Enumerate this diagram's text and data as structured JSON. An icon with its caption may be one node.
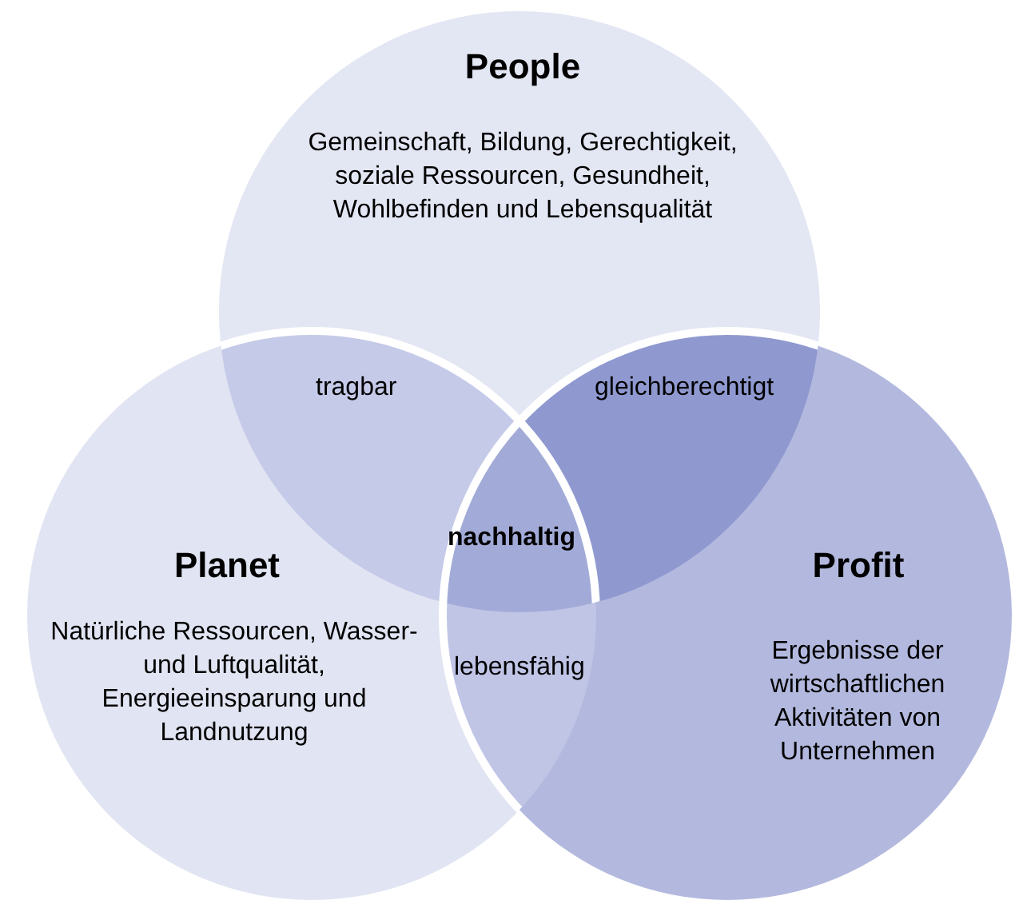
{
  "diagram": {
    "nodes": [
      {
        "text": [
          "People",
          "Gemeinschaft, Bildung, Gerechtigkeit, soziale Ressourcen, Gesundheit, Wohlbefinden und Lebensqualität"
        ]
      },
      {
        "text": [
          "Planet",
          "Natürliche Ressourcen, Wasser- und Luftqualität, Energieeinsparung und Landnutzung"
        ]
      },
      {
        "text": [
          "Profit",
          "Ergebnisse der wirtschaftlichen Aktivitäten von Unternehmen"
        ]
      }
    ],
    "edges": [],
    "labels": [
      "tragbar",
      "gleichberechtigt",
      "nachhaltig",
      "lebensfähig"
    ]
  }
}
